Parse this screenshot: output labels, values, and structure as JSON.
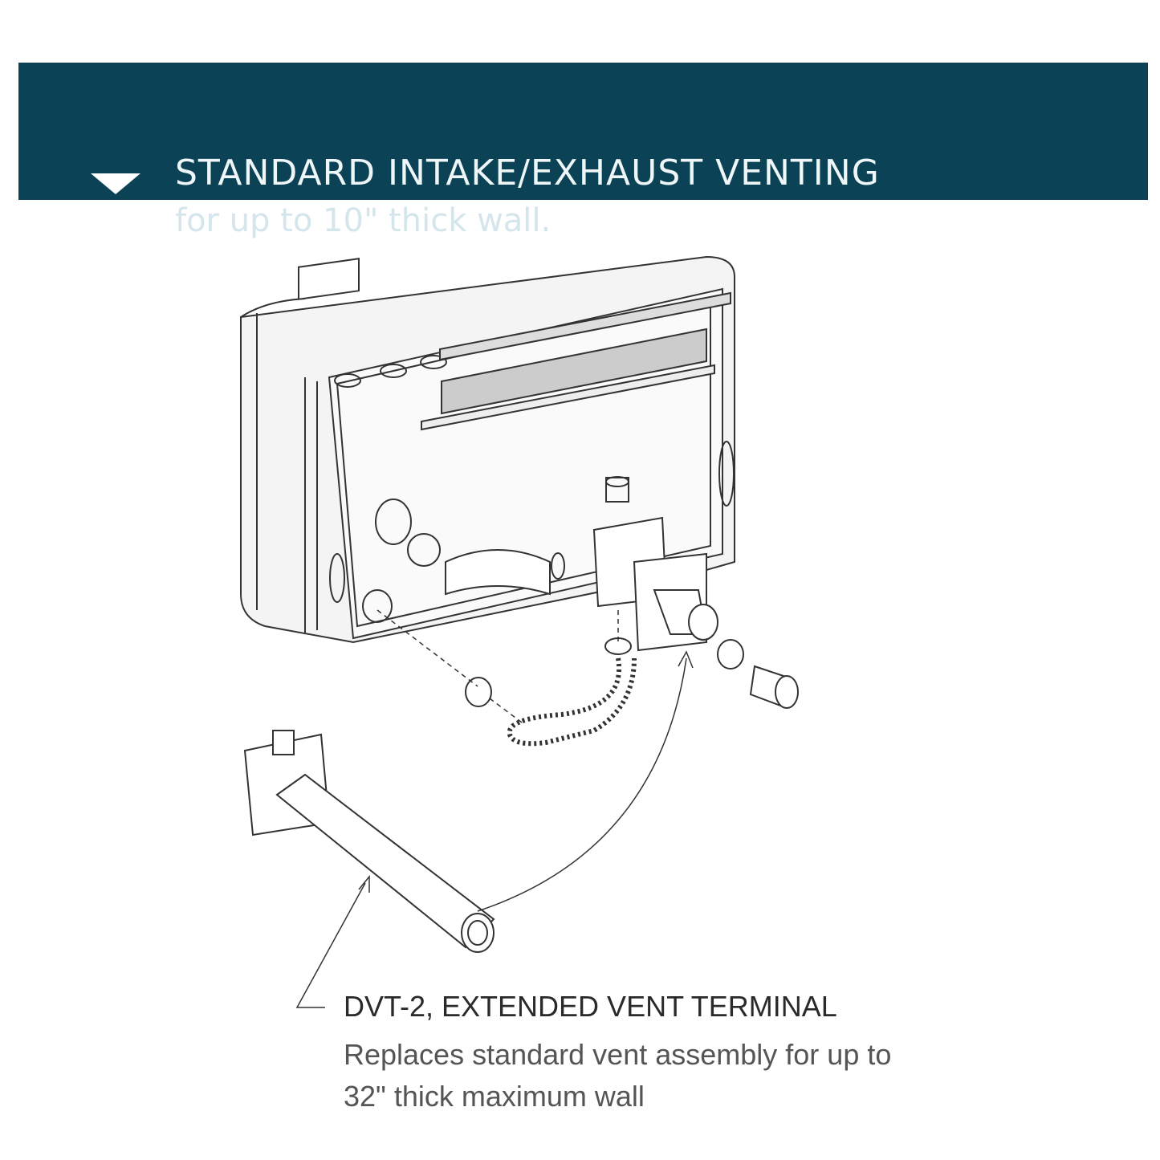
{
  "header": {
    "title": "STANDARD INTAKE/EXHAUST VENTING",
    "subtitle": "for up to 10\" thick wall.",
    "icon": "triangle-down-icon",
    "background_color": "#0b4256"
  },
  "callout": {
    "title": "DVT-2, EXTENDED VENT TERMINAL",
    "line1": "Replaces standard vent assembly for up to",
    "line2": "32\" thick maximum wall"
  }
}
